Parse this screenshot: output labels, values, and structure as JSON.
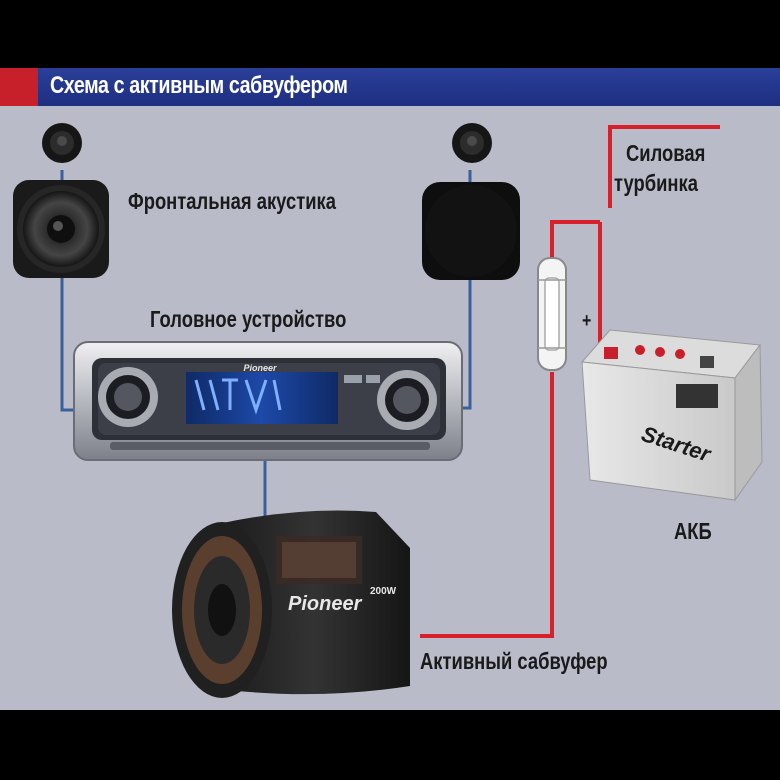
{
  "title": "Схема с активным сабвуфером",
  "labels": {
    "front_speakers": "Фронтальная акустика",
    "head_unit": "Головное устройство",
    "power_line_1": "Силовая",
    "power_line_2": "турбинка",
    "plus": "+",
    "battery": "АКБ",
    "subwoofer": "Активный сабвуфер"
  },
  "brand_marks": {
    "head_unit_brand": "Pioneer",
    "subwoofer_brand": "Pioneer",
    "subwoofer_power": "200W",
    "battery_brand": "Starter"
  },
  "colors": {
    "title_blue": "#23378d",
    "title_red": "#c8202a",
    "signal_wire": "#3a5f9a",
    "power_wire": "#d8202a",
    "background": "#b9bcc8"
  }
}
